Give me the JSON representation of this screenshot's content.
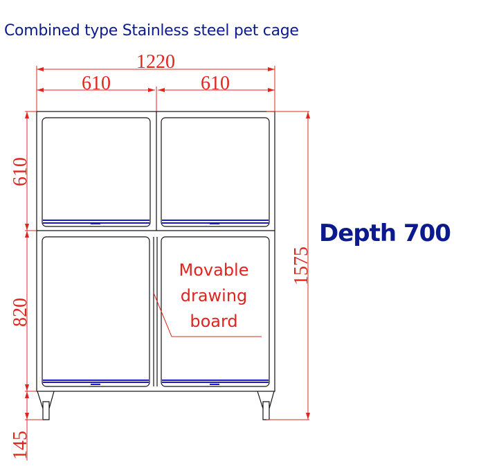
{
  "title": "Combined type Stainless steel pet cage",
  "depth_label": "Depth 700",
  "annotation": {
    "line1": "Movable",
    "line2": "drawing",
    "line3": "board"
  },
  "dimensions": {
    "total_width": "1220",
    "left_width": "610",
    "right_width": "610",
    "upper_height": "610",
    "lower_height": "820",
    "leg_height": "145",
    "total_height": "1575"
  },
  "colors": {
    "dimension": "#e0241e",
    "title": "#0b1a8c",
    "handle": "#1a1acc"
  }
}
